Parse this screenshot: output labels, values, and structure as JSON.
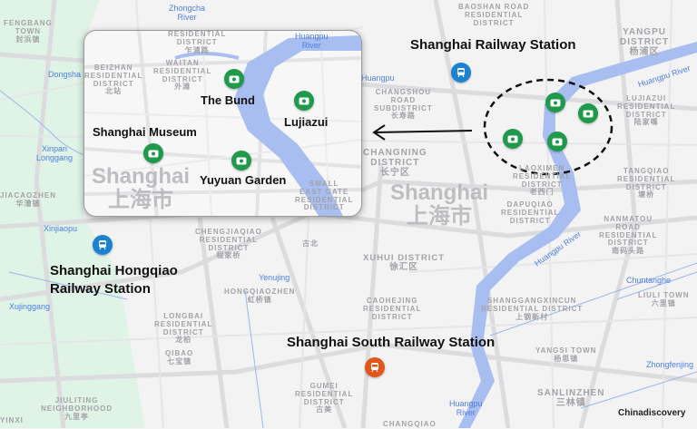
{
  "map": {
    "colors": {
      "background": "#f3f3f4",
      "park": "#dff3e6",
      "water": "#a8bdf0",
      "road": "#dcdcdf",
      "camera_pin": "#1e9a4a",
      "railway_pin": "#1b82d1",
      "south_railway_pin": "#e0561c"
    },
    "city_label": "Shanghai\n上海市",
    "districts": [
      "FENGBANG\nTOWN\n封浜镇",
      "JIACAOZHEN\n华漕镇",
      "JIULITING\nNEIGHBORHOOD\n九里亭",
      "YINXI",
      "CHENGJIAQIAO\nRESIDENTIAL\nDISTRICT\n程家桥",
      "古北",
      "HONGQIAOZHEN\n虹桥镇",
      "LONGBAI\nRESIDENTIAL\nDISTRICT\n龙柏",
      "QIBAO\n七宝镇",
      "GUMEI\nRESIDENTIAL\nDISTRICT\n古美",
      "XUHUI DISTRICT\n徐汇区",
      "CAOHEJING\nRESIDENTIAL\nDISTRICT",
      "SHANGGANGXINCUN\nRESIDENTIAL DISTRICT\n上钢新村",
      "YANGSI TOWN\n杨思镇",
      "SANLINZHEN\n三林镇",
      "NANMATOU\nROAD\nRESIDENTIAL\nDISTRICT\n南码头路",
      "LIULI TOWN\n六里镇",
      "YANGPU\nDISTRICT\n杨浦区",
      "LUJIAZUI\nRESIDENTIAL\nDISTRICT\n陆家嘴",
      "TANGQIAO\nRESIDENTIAL\nDISTRICT\n塘桥",
      "BAOSHAN ROAD\nRESIDENTIAL\nDISTRICT",
      "CHANGSHOU\nROAD\nSUBDISTRICT\n长寿路",
      "CHANGNING\nDISTRICT\n长宁区",
      "LAOXIMEN\nRESIDENTIAL\nDISTRICT\n老西门",
      "DAPUQIAO\nRESIDENTIAL\nDISTRICT",
      "CHANGQIAO"
    ],
    "water": [
      "Zhongcha\nRiver",
      "Dongsha",
      "Xinpan\nLonggang",
      "Xinjiaopu",
      "Xujinggang",
      "Yenujing",
      "Huangpu River",
      "Huangpu River",
      "Huangpu\nRiver",
      "Chuntanghe",
      "Zhongfenjing",
      "Huangpu"
    ],
    "stations": {
      "shanghai": "Shanghai Railway Station",
      "hongqiao": "Shanghai Hongqiao\nRailway Station",
      "south": "Shanghai South Railway Station"
    },
    "icons": {
      "attraction": "camera-icon",
      "station": "train-icon"
    }
  },
  "inset": {
    "city_label": "Shanghai\n上海市",
    "districts": [
      "BEIZHAN\nRESIDENTIAL\nDISTRICT\n北站",
      "WAITAN\nRESIDENTIAL\nDISTRICT\n外滩",
      "RESIDENTIAL\nDISTRICT\n乍浦路",
      "SMALL\nEAST GATE\nRESIDENTIAL\nDISTRICT"
    ],
    "river": "Huangpu\nRiver",
    "attractions": [
      "The Bund",
      "Lujiazui",
      "Shanghai Museum",
      "Yuyuan Garden"
    ]
  },
  "watermark": "Chinadiscovery"
}
